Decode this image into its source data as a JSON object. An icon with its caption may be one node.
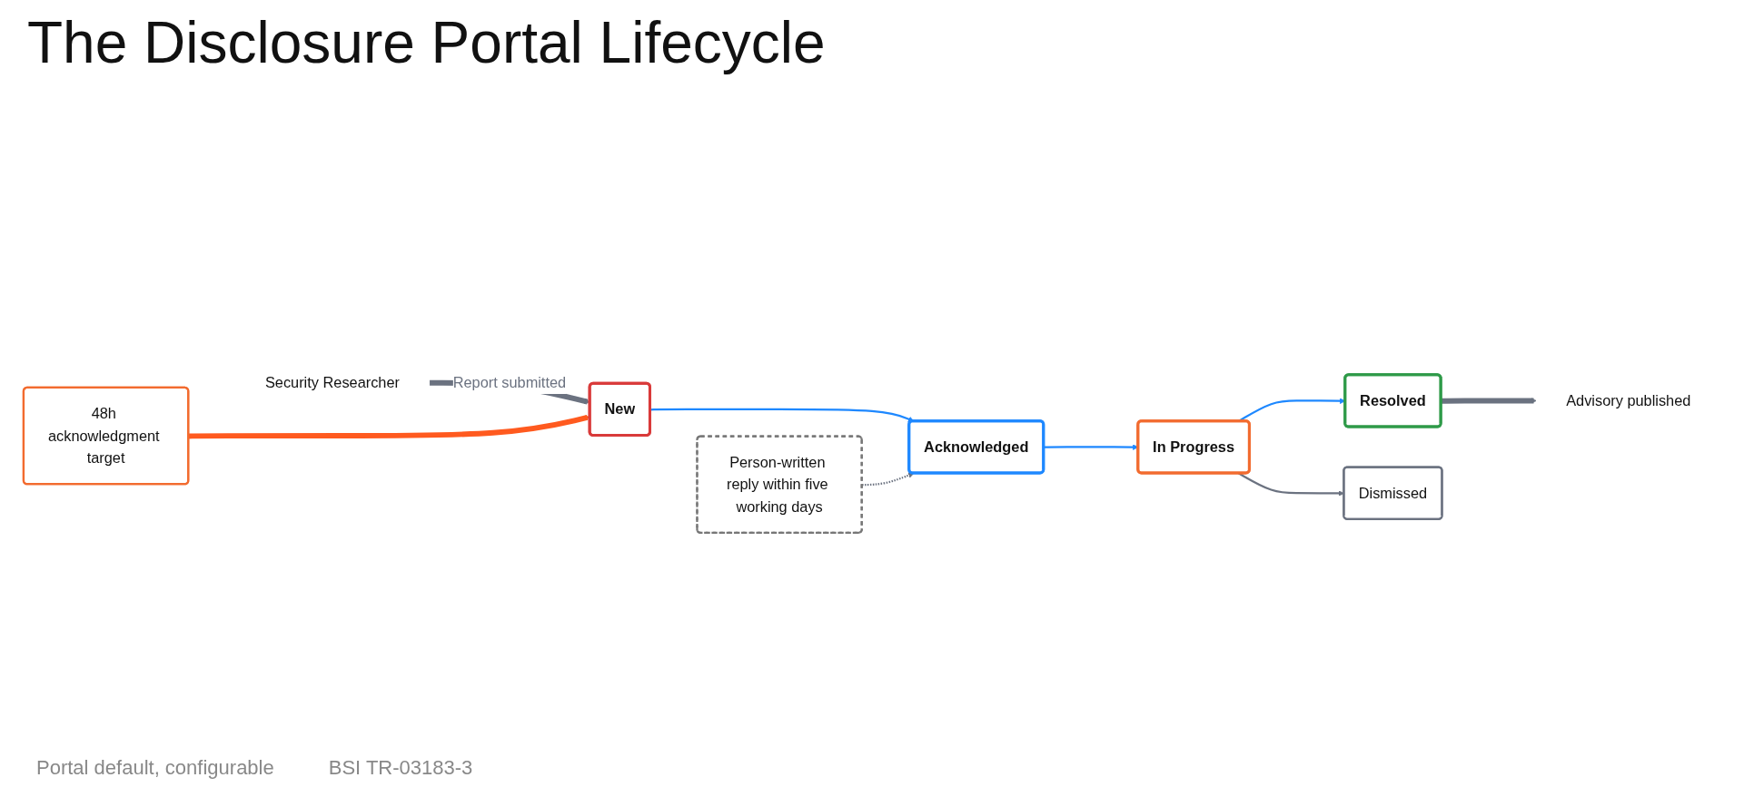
{
  "diagram": {
    "title": "The Disclosure Portal Lifecycle",
    "nodes": [
      {
        "text": [
          "Security Researcher"
        ]
      },
      {
        "text": [
          "New"
        ]
      },
      {
        "text": [
          "Acknowledged"
        ]
      },
      {
        "text": [
          "In Progress"
        ]
      },
      {
        "text": [
          "Resolved"
        ]
      },
      {
        "text": [
          "Advisory published"
        ]
      },
      {
        "text": [
          "48h acknowledgment target"
        ]
      },
      {
        "text": [
          "Person-written reply within five working days"
        ]
      },
      {
        "text": [
          "Dismissed"
        ]
      }
    ],
    "edges": [
      {
        "from": 0,
        "to": 1,
        "arrow": "to",
        "label": "Report submitted",
        "style": "thick"
      },
      {
        "from": 1,
        "to": 2,
        "arrow": "to",
        "color": "#1e88ff"
      },
      {
        "from": 2,
        "to": 3,
        "arrow": "to",
        "color": "#1e88ff"
      },
      {
        "from": 3,
        "to": 4,
        "arrow": "to",
        "color": "#1e88ff"
      },
      {
        "from": 4,
        "to": 5,
        "arrow": "to",
        "style": "thick"
      },
      {
        "from": 6,
        "to": 1,
        "arrow": "to",
        "style": "thick",
        "color": "#ff5a1f"
      },
      {
        "from": 7,
        "to": 2,
        "arrow": "to",
        "style": "dashed"
      },
      {
        "from": 3,
        "to": 8,
        "arrow": "to"
      }
    ],
    "labels": [
      "Portal default, configurable",
      "BSI TR-03183-3"
    ]
  }
}
